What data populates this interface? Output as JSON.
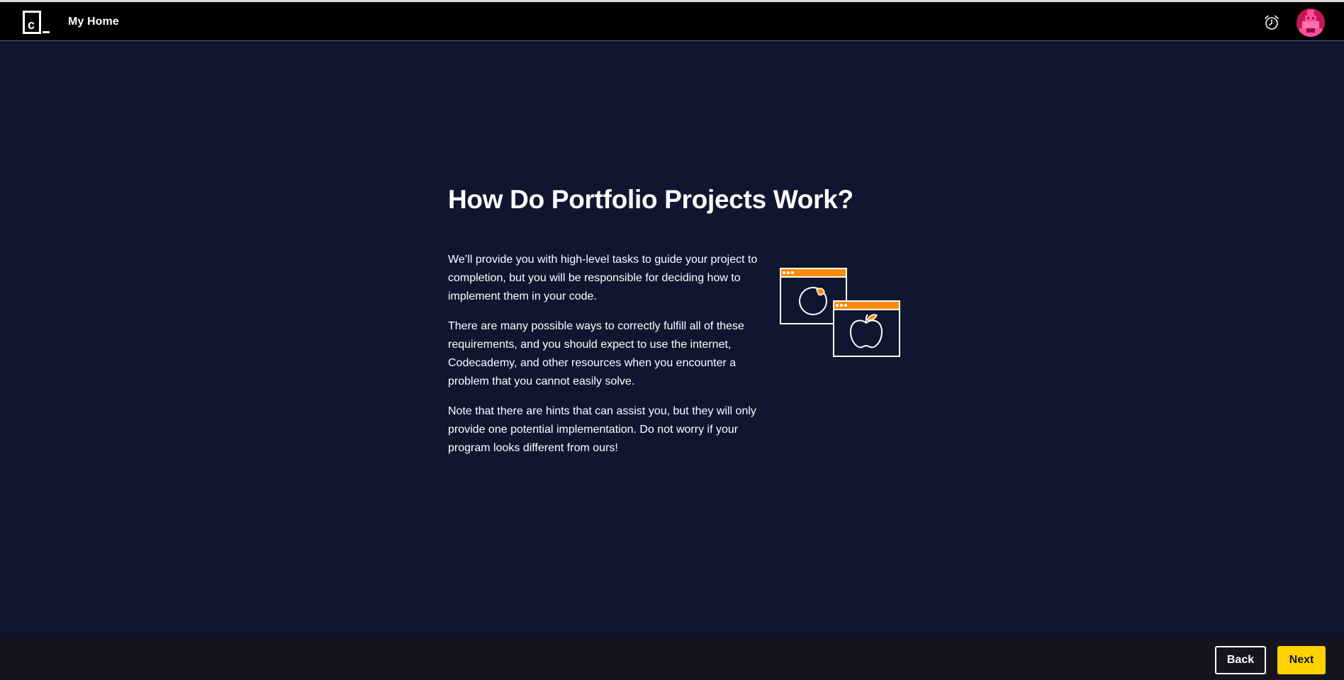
{
  "header": {
    "logo_label": "Codecademy logo",
    "home_label": "My Home",
    "alarm_icon": "alarm-clock-icon",
    "avatar_icon": "user-avatar"
  },
  "content": {
    "title": "How Do Portfolio Projects Work?",
    "paragraphs": [
      "We’ll provide you with high-level tasks to guide your project to completion, but you will be responsible for deciding how to implement them in your code.",
      "There are many possible ways to correctly fulfill all of these requirements, and you should expect to use the internet, Codecademy, and other resources when you encounter a problem that you cannot easily solve.",
      "Note that there are hints that can assist you, but they will only provide one potential implementation. Do not worry if your program looks different from ours!"
    ],
    "illustration_icon": "browser-windows-apple-icon"
  },
  "footer": {
    "back_label": "Back",
    "next_label": "Next"
  },
  "colors": {
    "background": "#10162f",
    "topbar": "#000000",
    "footer": "#15141f",
    "accent_orange": "#ff8c00",
    "next_button": "#ffd300",
    "avatar": "#e91e63"
  }
}
